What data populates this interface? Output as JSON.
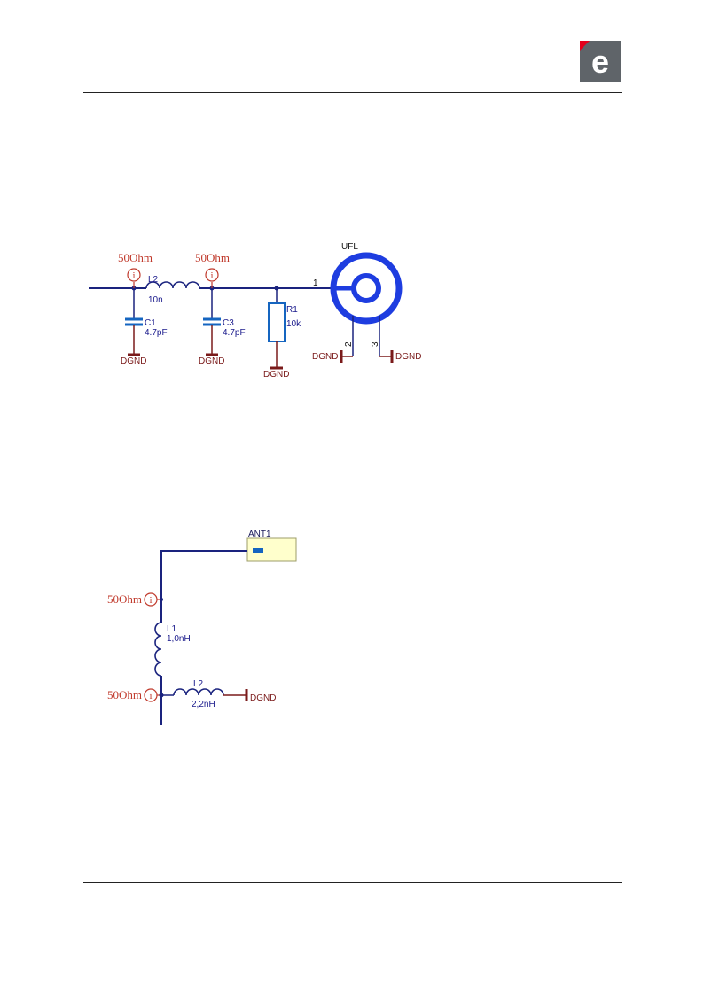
{
  "header": {
    "logo_letter": "e",
    "logo_color": "#5f6469",
    "logo_accent": "#e3001b"
  },
  "schematic1": {
    "probe_left": "50Ohm",
    "probe_right": "50Ohm",
    "probe_icon": "i",
    "L2": {
      "ref": "L2",
      "value": "10n"
    },
    "C1": {
      "ref": "C1",
      "value": "4.7pF"
    },
    "C3": {
      "ref": "C3",
      "value": "4.7pF"
    },
    "R1": {
      "ref": "R1",
      "value": "10k"
    },
    "connector": {
      "ref": "UFL",
      "pin1": "1",
      "pin2": "2",
      "pin3": "3"
    },
    "gnd": "DGND"
  },
  "schematic2": {
    "antenna": {
      "ref": "ANT1"
    },
    "probe_top": "50Ohm",
    "probe_bottom": "50Ohm",
    "probe_icon": "i",
    "L1": {
      "ref": "L1",
      "value": "1,0nH"
    },
    "L2": {
      "ref": "L2",
      "value": "2,2nH"
    },
    "gnd": "DGND"
  }
}
